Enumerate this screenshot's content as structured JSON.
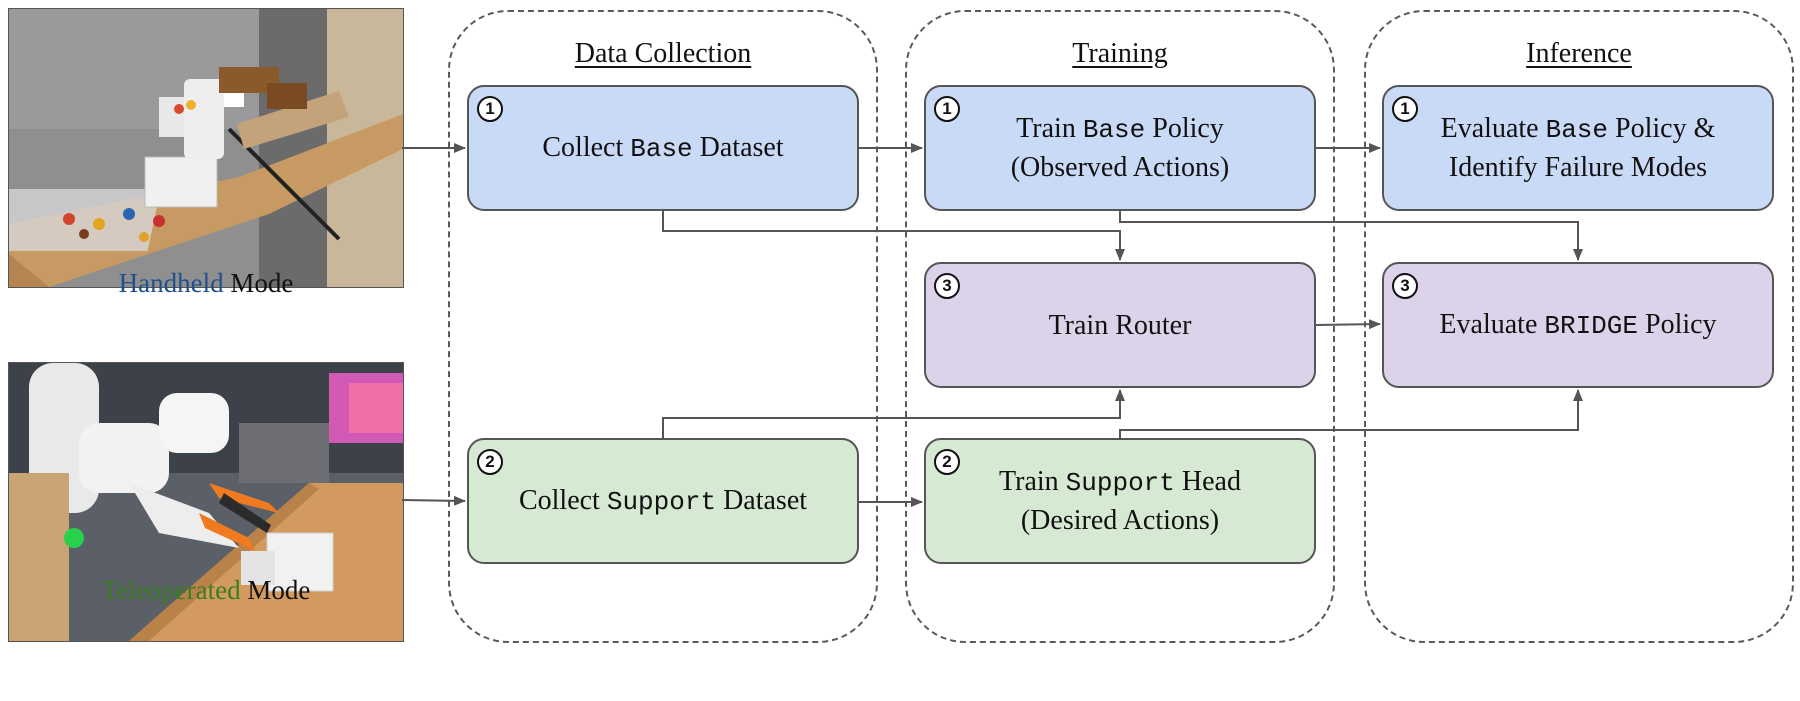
{
  "modes": {
    "handheld": {
      "word": "Handheld",
      "suffix": " Mode",
      "word_color": "#1f4f8c"
    },
    "teleoperated": {
      "word": "Teleoperated",
      "suffix": " Mode",
      "word_color": "#3a7d23"
    }
  },
  "panels": {
    "data_collection": {
      "title": "Data Collection",
      "collect_base": {
        "number": "1",
        "pre": "Collect ",
        "code": "Base",
        "post": " Dataset"
      },
      "collect_support": {
        "number": "2",
        "pre": "Collect ",
        "code": "Support",
        "post": " Dataset"
      }
    },
    "training": {
      "title": "Training",
      "train_base": {
        "number": "1",
        "pre": "Train ",
        "code": "Base",
        "post": " Policy",
        "line2": "(Observed Actions)"
      },
      "train_router": {
        "number": "3",
        "text": "Train Router"
      },
      "train_support": {
        "number": "2",
        "pre": "Train ",
        "code": "Support",
        "post": " Head",
        "line2": "(Desired Actions)"
      }
    },
    "inference": {
      "title": "Inference",
      "eval_base": {
        "number": "1",
        "pre": "Evaluate ",
        "code": "Base",
        "post": " Policy &",
        "line2": "Identify Failure Modes"
      },
      "eval_bridge": {
        "number": "3",
        "pre": "Evaluate ",
        "code": "BRIDGE",
        "post": " Policy"
      }
    }
  },
  "colors": {
    "base_box": "#c9daf7",
    "router_box": "#dcd3ea",
    "support_box": "#d6e9d2",
    "arrow": "#555555"
  }
}
